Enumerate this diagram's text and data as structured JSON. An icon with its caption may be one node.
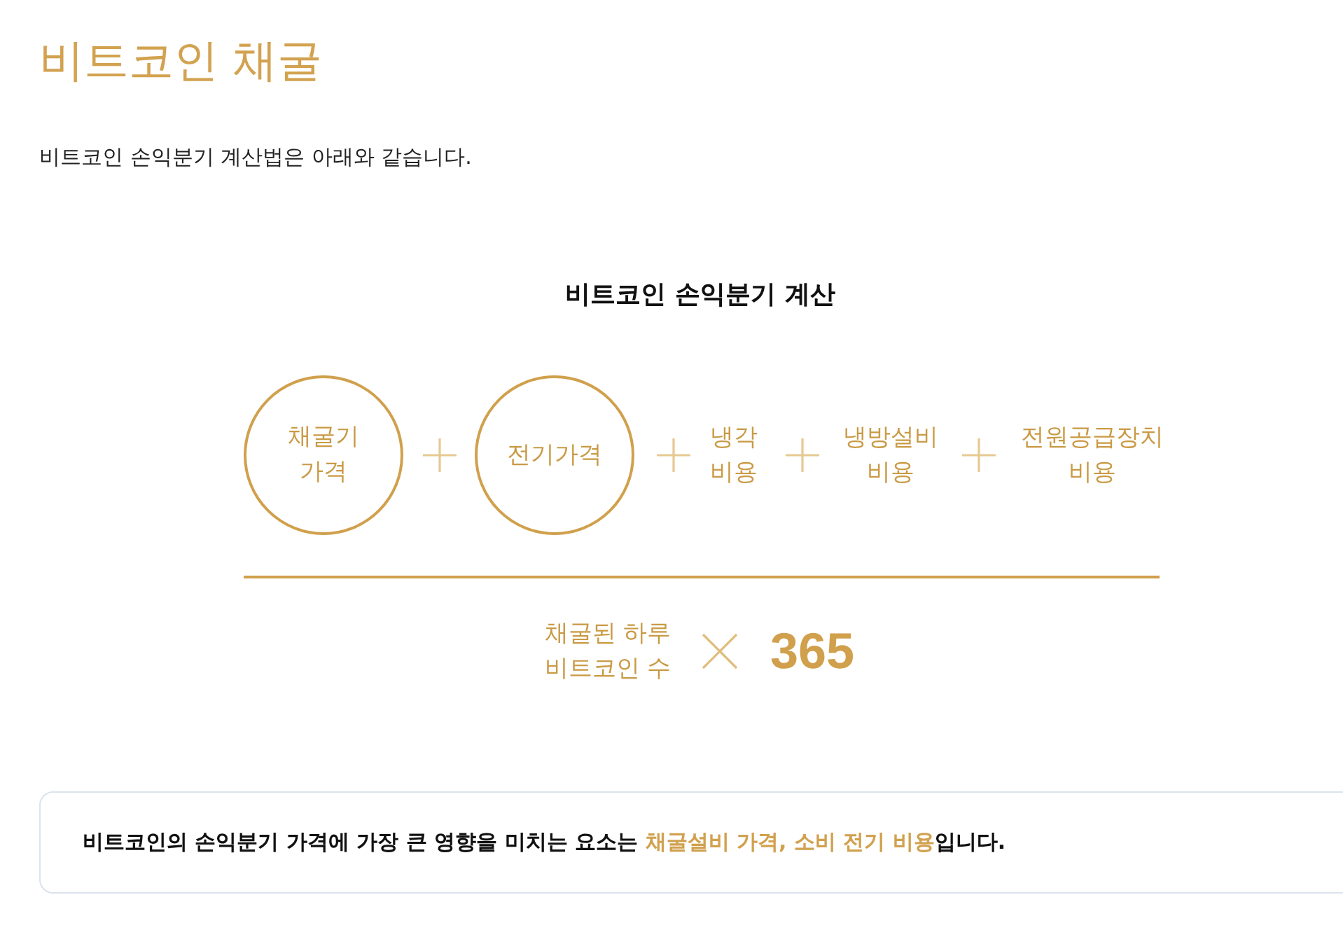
{
  "diagram": {
    "title": "비트코인 채굴",
    "nodes": [
      {
        "text": [
          "채굴기 가격"
        ]
      },
      {
        "text": [
          "전기가격"
        ]
      },
      {
        "text": [
          "비트코인의 손익분기 가격에 가장 큰 영향을 미치는 요소는 **채굴설비 가격, 소비 전기 비용**입니다."
        ]
      }
    ],
    "labels": [
      "비트코인 손익분기 계산법은 아래와 같습니다.",
      "비트코인 손익분기 계산",
      "냉각 비용",
      "냉방설비 비용",
      "전원공급장치 비용",
      "채굴된 하루 비트코인 수",
      "365"
    ]
  }
}
